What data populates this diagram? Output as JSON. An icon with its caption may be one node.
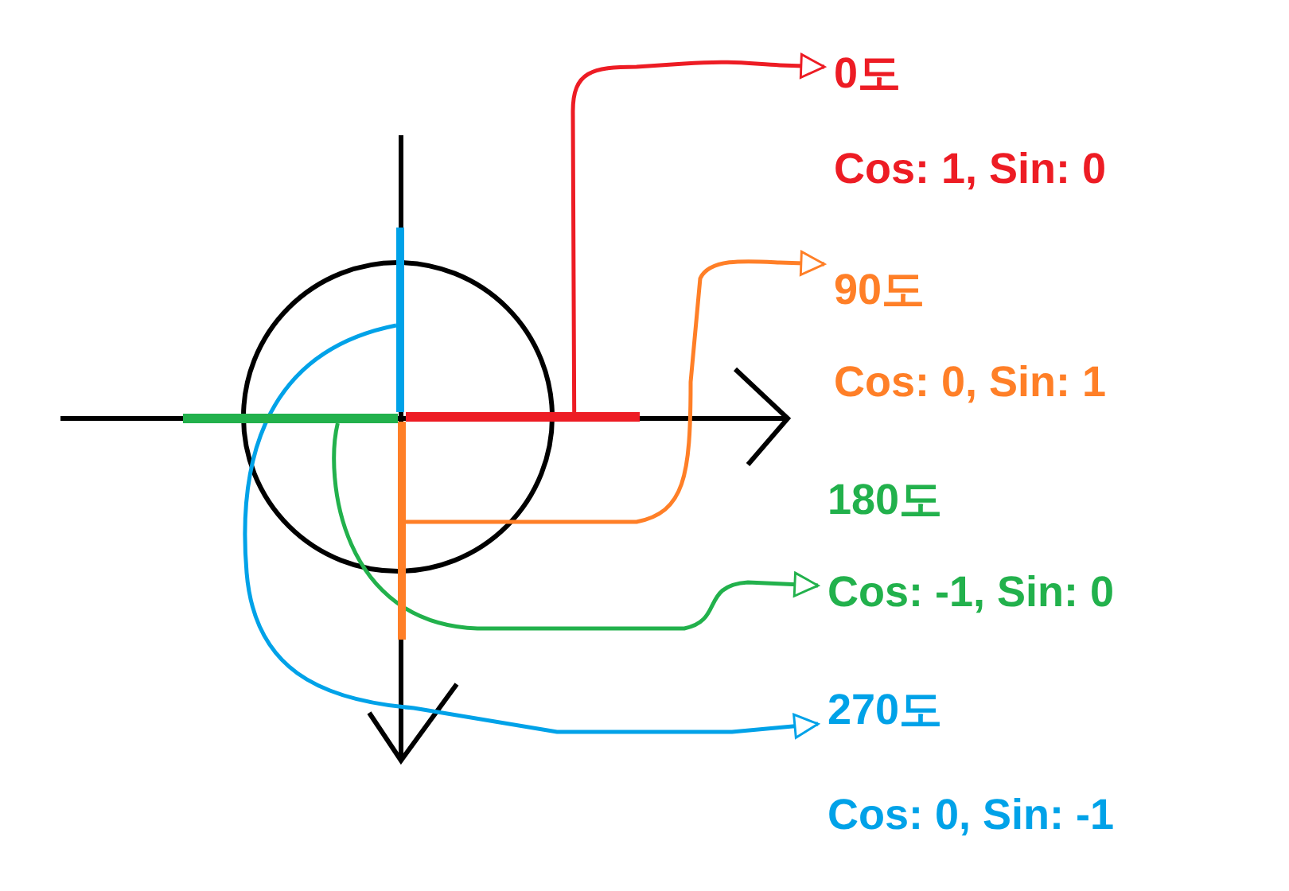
{
  "diagram": {
    "nodes": [
      {
        "text": [
          "0도",
          "Cos: 1, Sin: 0"
        ]
      },
      {
        "text": [
          "90도",
          "Cos: 0, Sin: 1"
        ]
      },
      {
        "text": [
          "180도",
          "Cos: -1, Sin: 0"
        ]
      },
      {
        "text": [
          "270도",
          "Cos: 0, Sin: -1"
        ]
      },
      {
        "text": [],
        "shape": "line"
      },
      {
        "text": [],
        "shape": "line"
      },
      {
        "text": [],
        "shape": "line"
      },
      {
        "text": [],
        "shape": "line"
      }
    ],
    "edges": [
      {
        "from": 4,
        "to": 0,
        "arrow": "to",
        "color": "#ed1c24"
      },
      {
        "from": 5,
        "to": 1,
        "arrow": "to",
        "color": "#ff7f27"
      },
      {
        "from": 6,
        "to": 2,
        "arrow": "to",
        "color": "#22b14c"
      },
      {
        "from": 7,
        "to": 3,
        "arrow": "to",
        "color": "#00a2e8"
      }
    ]
  }
}
